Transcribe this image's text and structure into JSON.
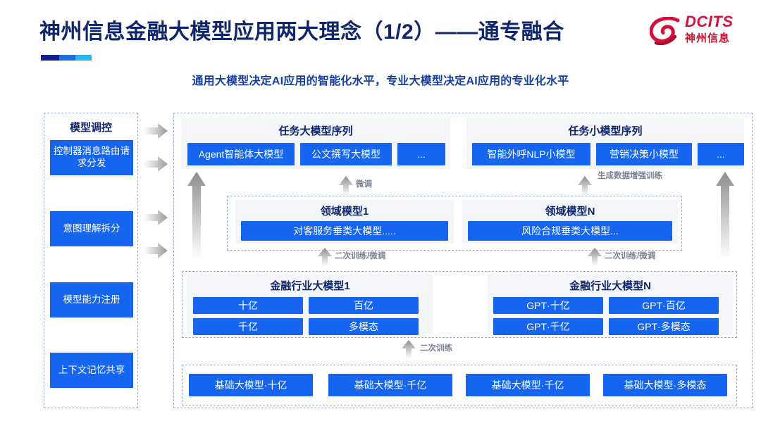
{
  "header": {
    "title": "神州信息金融大模型应用两大理念（1/2）——通专融合",
    "subtitle": "通用大模型决定AI应用的智能化水平，专业大模型决定AI应用的专业化水平",
    "logo_en": "DCITS",
    "logo_cn": "神州信息",
    "accent_navy": "#10266b",
    "accent_blue": "#1565f0",
    "accent_red": "#c8102e"
  },
  "sidebar": {
    "title": "模型调控",
    "items": [
      {
        "label": "控制器消息路由请求分发"
      },
      {
        "label": "意图理解拆分"
      },
      {
        "label": "模型能力注册"
      },
      {
        "label": "上下文记忆共享"
      }
    ]
  },
  "task_sequences": [
    {
      "title": "任务大模型序列",
      "models": [
        "Agent智能体大模型",
        "公文撰写大模型",
        "..."
      ]
    },
    {
      "title": "任务小模型序列",
      "models": [
        "智能外呼NLP小模型",
        "营销决策小模型",
        "..."
      ]
    }
  ],
  "domain_models": [
    {
      "title": "领域模型1",
      "model": "对客服务垂类大模型....."
    },
    {
      "title": "领域模型N",
      "model": "风险合规垂类大模型..."
    }
  ],
  "industry_models": [
    {
      "title": "金融行业大模型1",
      "cells": [
        "十亿",
        "百亿",
        "千亿",
        "多模态"
      ]
    },
    {
      "title": "金融行业大模型N",
      "cells": [
        "GPT·十亿",
        "GPT·百亿",
        "GPT·千亿",
        "GPT·多模态"
      ]
    }
  ],
  "foundation_models": [
    "基础大模型·十亿",
    "基础大模型·千亿",
    "基础大模型·千亿",
    "基础大模型·多模态"
  ],
  "flow_labels": {
    "fine_tune": "微调",
    "data_augmentation": "生成数据增强训练",
    "retrain_left": "二次训练/微调",
    "retrain_right": "二次训练/微调",
    "retrain_base": "二次训练"
  }
}
